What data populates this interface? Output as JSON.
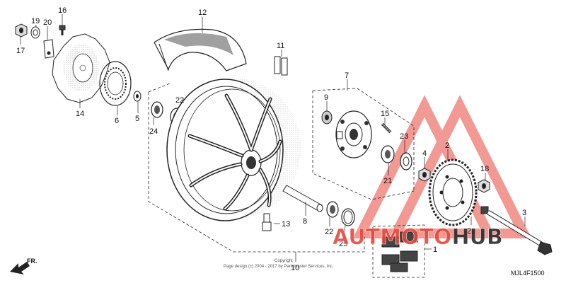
{
  "labels": {
    "p1": "1",
    "p2": "2",
    "p3": "3",
    "p4": "4",
    "p5": "5",
    "p6": "6",
    "p7": "7",
    "p8": "8",
    "p9": "9",
    "p10": "10",
    "p11": "11",
    "p12": "12",
    "p13": "13",
    "p14": "14",
    "p15": "15",
    "p16": "16",
    "p17": "17",
    "p18": "18",
    "p19": "19",
    "p20a": "20",
    "p20b": "20",
    "p21": "21",
    "p22a": "22",
    "p22b": "22",
    "p23": "23",
    "p24": "24",
    "p25": "25"
  },
  "copyright_line1": "Copyright",
  "copyright_line2": "Page design (c) 2004 - 2017 by Partsmaster Services, Inc.",
  "diagram_code": "MJL4F1500",
  "front_arrow": "FR.",
  "watermark": {
    "part1": "AUT",
    "part2": "MOTO",
    "part3": "HUB"
  },
  "colors": {
    "watermark_red": "#e8473c",
    "watermark_dark": "#2b2b2b",
    "line": "#222222"
  }
}
